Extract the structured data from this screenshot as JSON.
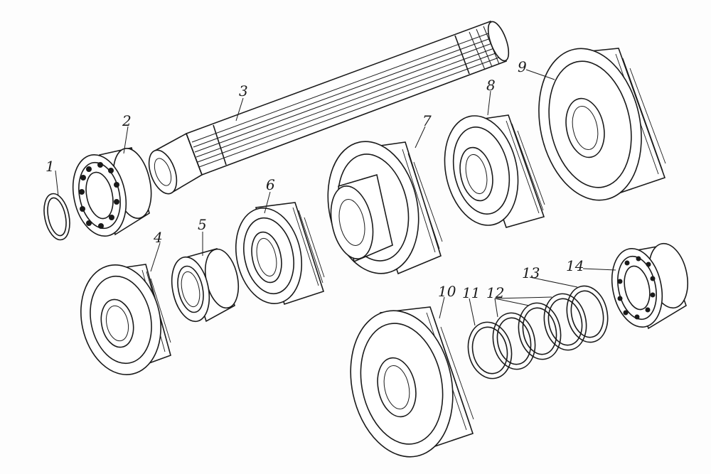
{
  "diagram": {
    "parts": [
      {
        "id": "1",
        "label": "1",
        "kind": "snap-ring"
      },
      {
        "id": "2",
        "label": "2",
        "kind": "ball-bearing"
      },
      {
        "id": "3",
        "label": "3",
        "kind": "splined-shaft"
      },
      {
        "id": "4",
        "label": "4",
        "kind": "gear"
      },
      {
        "id": "5",
        "label": "5",
        "kind": "splined-bushing"
      },
      {
        "id": "6",
        "label": "6",
        "kind": "gear"
      },
      {
        "id": "7",
        "label": "7",
        "kind": "gear"
      },
      {
        "id": "8",
        "label": "8",
        "kind": "gear"
      },
      {
        "id": "9",
        "label": "9",
        "kind": "gear"
      },
      {
        "id": "10",
        "label": "10",
        "kind": "gear"
      },
      {
        "id": "11",
        "label": "11",
        "kind": "ring"
      },
      {
        "id": "12",
        "label": "12",
        "kind": "rings"
      },
      {
        "id": "13",
        "label": "13",
        "kind": "ring"
      },
      {
        "id": "14",
        "label": "14",
        "kind": "ball-bearing"
      }
    ]
  }
}
